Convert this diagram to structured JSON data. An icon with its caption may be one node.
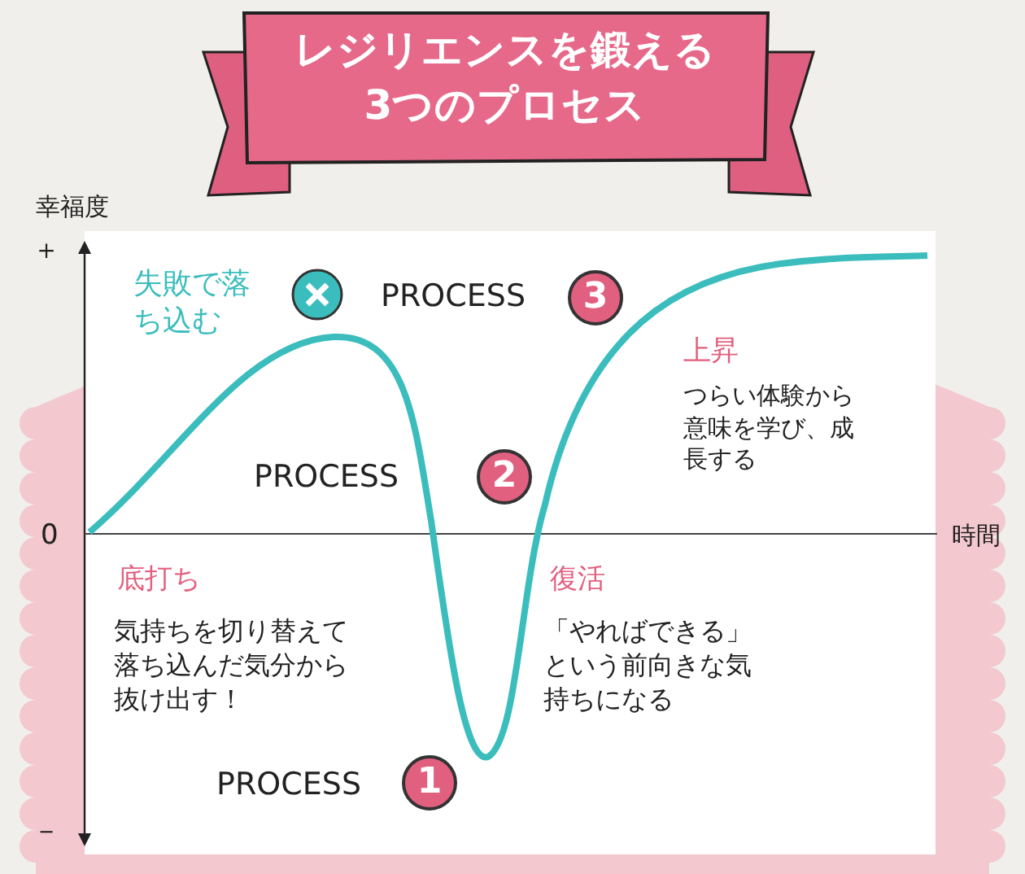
{
  "diagram": {
    "title": "レジリエンスを鍛える3つのプロセス",
    "labels": [
      "幸福度",
      "＋",
      "失敗で落ち込む",
      "PROCESS",
      "3",
      "上昇",
      "つらい体験から意味を学び、成長する",
      "PROCESS",
      "2",
      "0",
      "時間",
      "底打ち",
      "気持ちを切り替えて落ち込んだ気分から抜け出す！",
      "復活",
      "「やればできる」という前向きな気持ちになる",
      "PROCESS",
      "1",
      "－"
    ]
  }
}
